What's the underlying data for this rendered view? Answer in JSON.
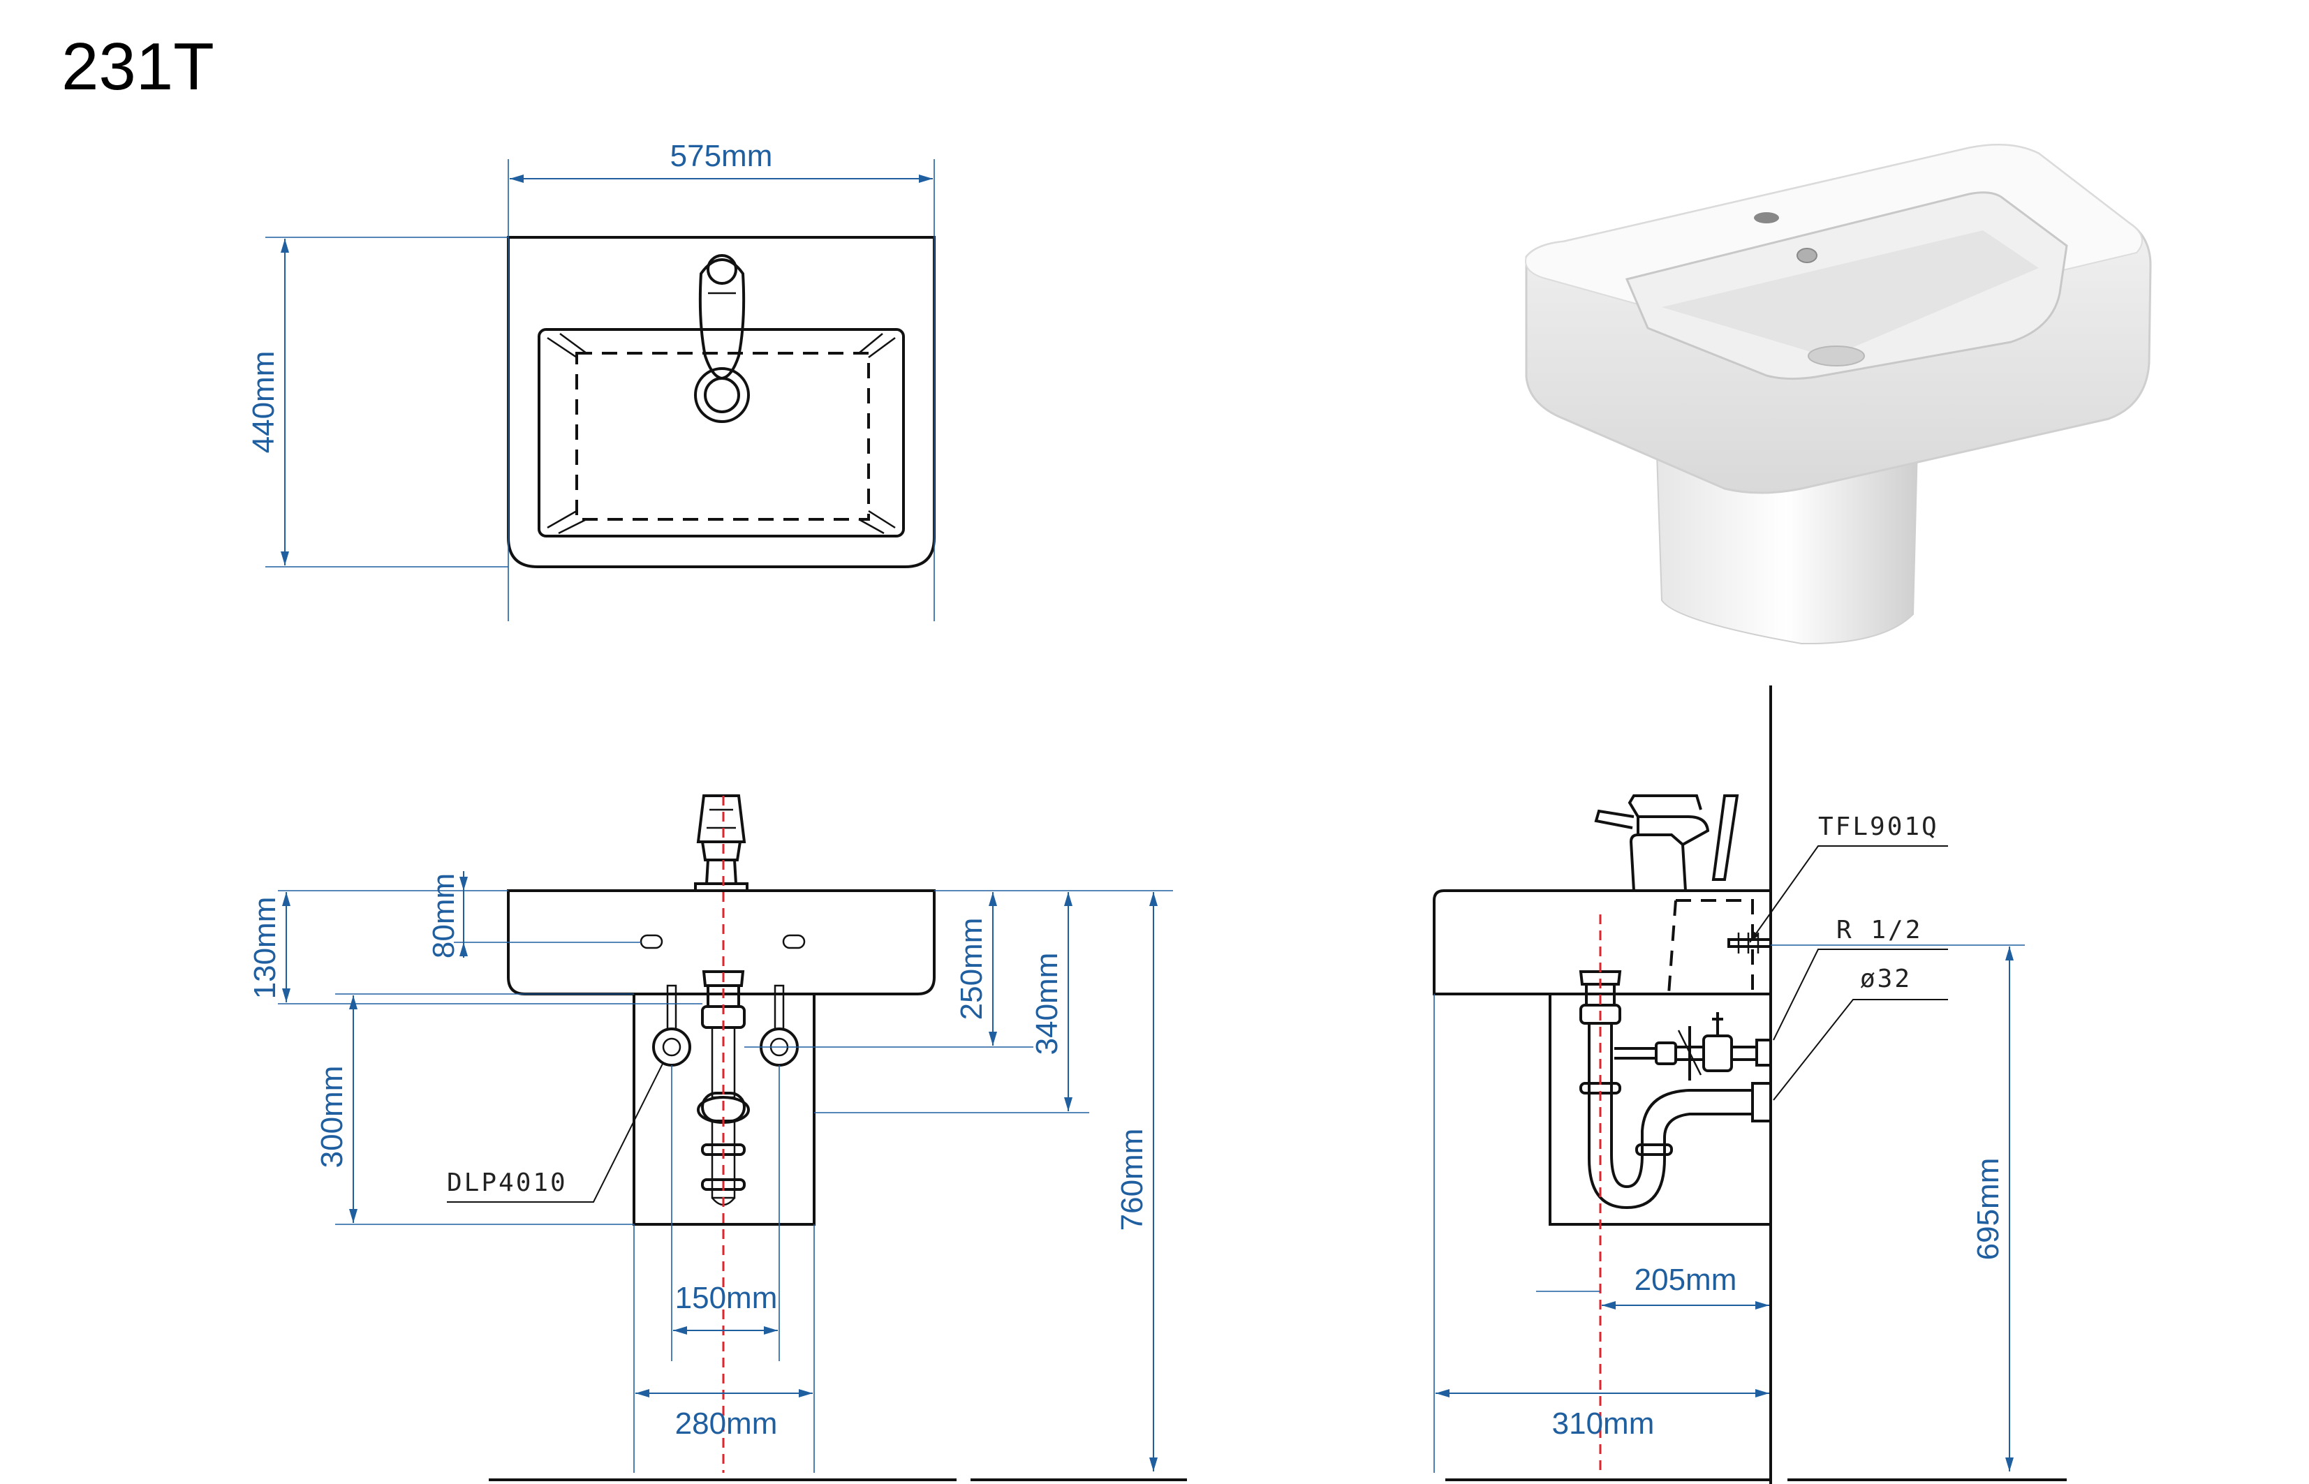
{
  "title": "231T",
  "top_view": {
    "width_label": "575mm",
    "depth_label": "440mm"
  },
  "front_view": {
    "dims": {
      "faucet_height": "80mm",
      "basin_height": "130mm",
      "pedestal_top": "300mm",
      "drain_height": "250mm",
      "supply_height": "340mm",
      "total_height": "760mm",
      "supply_spacing": "150mm",
      "pedestal_width": "280mm"
    },
    "part_waste": "DLP4010"
  },
  "side_view": {
    "dims": {
      "wall_offset": "205mm",
      "depth": "310mm",
      "outlet_height": "695mm"
    },
    "part_valve": "TFL901Q",
    "part_thread": "R 1/2",
    "part_pipe": "ø32"
  },
  "colors": {
    "dimension": "#1f5fa0",
    "centerline": "#e0242b",
    "ink": "#111111"
  }
}
